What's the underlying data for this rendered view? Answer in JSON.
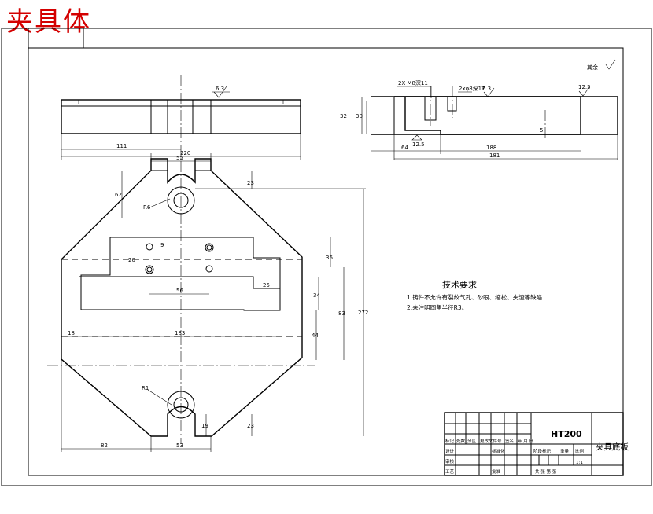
{
  "page_title": "夹具体",
  "roughness": {
    "rest": "其余",
    "top_left": "6.3",
    "top_right_a": "6.3",
    "top_right_b": "12.5",
    "side_a": "12.5",
    "bottom_left": "12.5"
  },
  "dims": {
    "front_111": "111",
    "front_220": "220",
    "side_32": "32",
    "side_30": "30",
    "side_64": "64",
    "side_188": "188",
    "side_181": "181",
    "side_5": "5",
    "side_hole_note": "2X M8深11",
    "side_hole_note2": "2xφ8深17",
    "plan_55_top": "55",
    "plan_62": "62",
    "plan_23_top": "23",
    "plan_9": "9",
    "plan_20": "20",
    "plan_36": "36",
    "plan_56": "56",
    "plan_25": "25",
    "plan_34": "34",
    "plan_83": "83",
    "plan_272": "272",
    "plan_18": "18",
    "plan_183": "183",
    "plan_44": "44",
    "plan_19_bottom": "19",
    "plan_23_bottom": "23",
    "plan_82": "82",
    "plan_53": "53",
    "plan_r6": "R6",
    "plan_r1": "R1"
  },
  "tech": {
    "heading": "技术要求",
    "line1": "1.铸件不允许有裂纹气孔、砂眼、缩松、夹渣等缺陷",
    "line2": "2.未注明圆角半径R3。"
  },
  "title_block": {
    "material": "HT200",
    "part_name": "夹具底板",
    "scale": "1:1",
    "labels": {
      "mark": "标记",
      "count": "处数",
      "zone": "分区",
      "change_no": "更改文件号",
      "sign": "签名",
      "date": "年 月 日",
      "design": "设计",
      "standard": "标准化",
      "review": "审核",
      "craft": "工艺",
      "approve": "批准",
      "stage_mark": "阶段标记",
      "weight": "重量",
      "ratio": "比例",
      "sheets": "共 张 第 张"
    }
  }
}
